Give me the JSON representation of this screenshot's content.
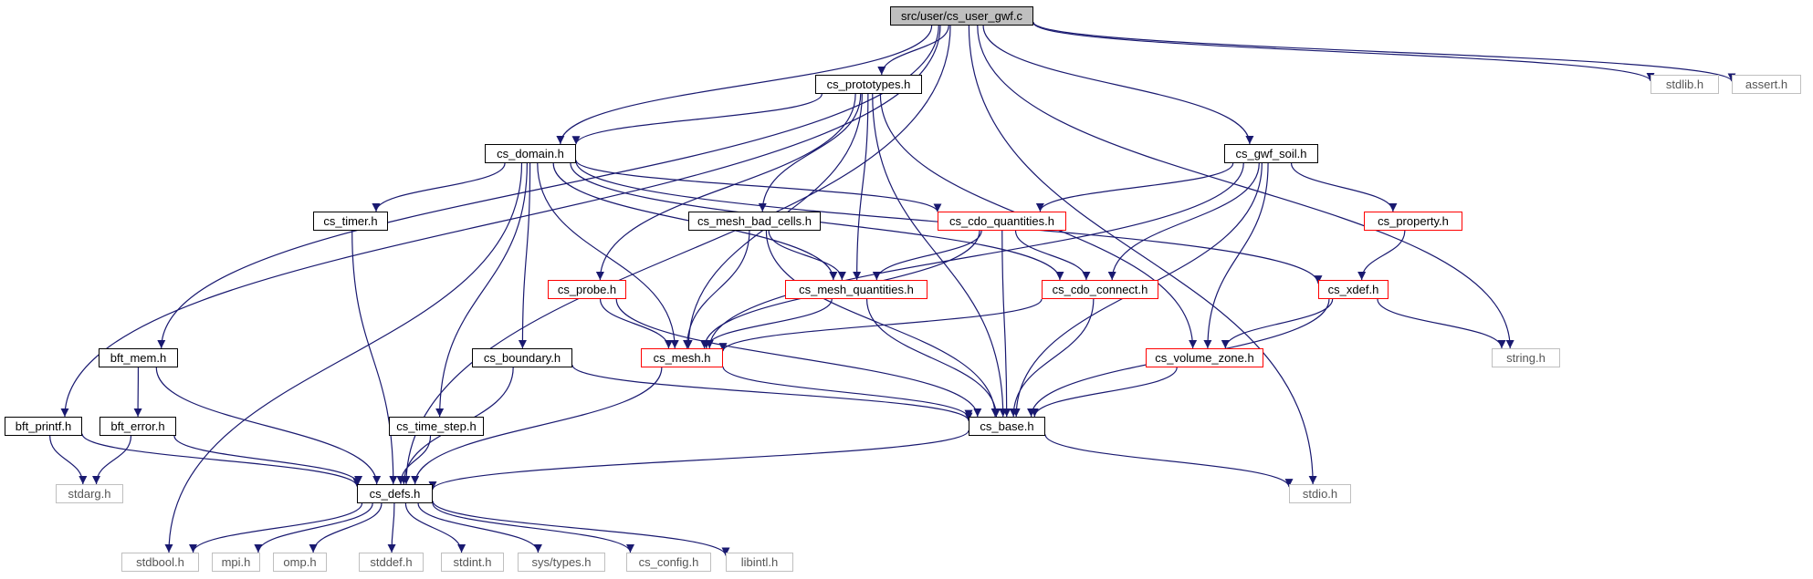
{
  "nodes": {
    "root": "src/user/cs_user_gwf.c",
    "cs_prototypes": "cs_prototypes.h",
    "cs_domain": "cs_domain.h",
    "cs_gwf_soil": "cs_gwf_soil.h",
    "stdlib": "stdlib.h",
    "assert": "assert.h",
    "cs_timer": "cs_timer.h",
    "cs_mesh_bad_cells": "cs_mesh_bad_cells.h",
    "cs_cdo_quantities": "cs_cdo_quantities.h",
    "cs_property": "cs_property.h",
    "cs_probe": "cs_probe.h",
    "cs_mesh_quantities": "cs_mesh_quantities.h",
    "cs_cdo_connect": "cs_cdo_connect.h",
    "cs_xdef": "cs_xdef.h",
    "bft_mem": "bft_mem.h",
    "cs_boundary": "cs_boundary.h",
    "cs_mesh": "cs_mesh.h",
    "cs_volume_zone": "cs_volume_zone.h",
    "string": "string.h",
    "bft_printf": "bft_printf.h",
    "bft_error": "bft_error.h",
    "cs_time_step": "cs_time_step.h",
    "cs_base": "cs_base.h",
    "stdarg": "stdarg.h",
    "cs_defs": "cs_defs.h",
    "stdio": "stdio.h",
    "stdbool": "stdbool.h",
    "mpi": "mpi.h",
    "omp": "omp.h",
    "stddef": "stddef.h",
    "stdint": "stdint.h",
    "sys_types": "sys/types.h",
    "cs_config": "cs_config.h",
    "libintl": "libintl.h"
  },
  "colors": {
    "edge": "#191970",
    "documented_border": "#000000",
    "incomplete_border": "#ff0000",
    "external_border": "#bfbfbf",
    "root_fill": "#bfbfbf"
  },
  "edges": [
    [
      "root",
      "cs_prototypes"
    ],
    [
      "root",
      "cs_domain"
    ],
    [
      "root",
      "cs_gwf_soil"
    ],
    [
      "root",
      "stdlib"
    ],
    [
      "root",
      "assert"
    ],
    [
      "root",
      "string"
    ],
    [
      "root",
      "stdio"
    ],
    [
      "root",
      "bft_mem"
    ],
    [
      "root",
      "bft_printf"
    ],
    [
      "root",
      "cs_defs"
    ],
    [
      "cs_prototypes",
      "cs_domain"
    ],
    [
      "cs_prototypes",
      "cs_mesh_bad_cells"
    ],
    [
      "cs_prototypes",
      "cs_probe"
    ],
    [
      "cs_prototypes",
      "cs_mesh_quantities"
    ],
    [
      "cs_prototypes",
      "cs_mesh"
    ],
    [
      "cs_prototypes",
      "cs_volume_zone"
    ],
    [
      "cs_prototypes",
      "cs_base"
    ],
    [
      "cs_domain",
      "cs_timer"
    ],
    [
      "cs_domain",
      "cs_cdo_quantities"
    ],
    [
      "cs_domain",
      "cs_cdo_connect"
    ],
    [
      "cs_domain",
      "cs_xdef"
    ],
    [
      "cs_domain",
      "cs_mesh_quantities"
    ],
    [
      "cs_domain",
      "cs_mesh"
    ],
    [
      "cs_domain",
      "cs_boundary"
    ],
    [
      "cs_domain",
      "cs_time_step"
    ],
    [
      "cs_domain",
      "stdbool"
    ],
    [
      "cs_gwf_soil",
      "cs_cdo_quantities"
    ],
    [
      "cs_gwf_soil",
      "cs_property"
    ],
    [
      "cs_gwf_soil",
      "cs_cdo_connect"
    ],
    [
      "cs_gwf_soil",
      "cs_mesh"
    ],
    [
      "cs_gwf_soil",
      "cs_volume_zone"
    ],
    [
      "cs_gwf_soil",
      "cs_base"
    ],
    [
      "cs_timer",
      "cs_defs"
    ],
    [
      "cs_mesh_bad_cells",
      "cs_mesh_quantities"
    ],
    [
      "cs_mesh_bad_cells",
      "cs_mesh"
    ],
    [
      "cs_mesh_bad_cells",
      "cs_base"
    ],
    [
      "cs_cdo_quantities",
      "cs_mesh_quantities"
    ],
    [
      "cs_cdo_quantities",
      "cs_cdo_connect"
    ],
    [
      "cs_cdo_quantities",
      "cs_mesh"
    ],
    [
      "cs_cdo_quantities",
      "cs_base"
    ],
    [
      "cs_property",
      "cs_xdef"
    ],
    [
      "cs_probe",
      "cs_mesh"
    ],
    [
      "cs_probe",
      "cs_base"
    ],
    [
      "cs_mesh_quantities",
      "cs_mesh"
    ],
    [
      "cs_mesh_quantities",
      "cs_base"
    ],
    [
      "cs_cdo_connect",
      "cs_mesh"
    ],
    [
      "cs_cdo_connect",
      "cs_base"
    ],
    [
      "cs_xdef",
      "cs_volume_zone"
    ],
    [
      "cs_xdef",
      "string"
    ],
    [
      "cs_xdef",
      "cs_base"
    ],
    [
      "bft_mem",
      "bft_error"
    ],
    [
      "bft_mem",
      "cs_defs"
    ],
    [
      "cs_boundary",
      "cs_base"
    ],
    [
      "cs_boundary",
      "cs_defs"
    ],
    [
      "cs_mesh",
      "cs_base"
    ],
    [
      "cs_mesh",
      "cs_defs"
    ],
    [
      "cs_volume_zone",
      "cs_base"
    ],
    [
      "bft_printf",
      "stdarg"
    ],
    [
      "bft_printf",
      "cs_defs"
    ],
    [
      "bft_error",
      "stdarg"
    ],
    [
      "bft_error",
      "cs_defs"
    ],
    [
      "cs_time_step",
      "cs_defs"
    ],
    [
      "cs_base",
      "cs_defs"
    ],
    [
      "cs_base",
      "stdio"
    ],
    [
      "cs_defs",
      "stdbool"
    ],
    [
      "cs_defs",
      "mpi"
    ],
    [
      "cs_defs",
      "omp"
    ],
    [
      "cs_defs",
      "stddef"
    ],
    [
      "cs_defs",
      "stdint"
    ],
    [
      "cs_defs",
      "sys_types"
    ],
    [
      "cs_defs",
      "cs_config"
    ],
    [
      "cs_defs",
      "libintl"
    ]
  ]
}
